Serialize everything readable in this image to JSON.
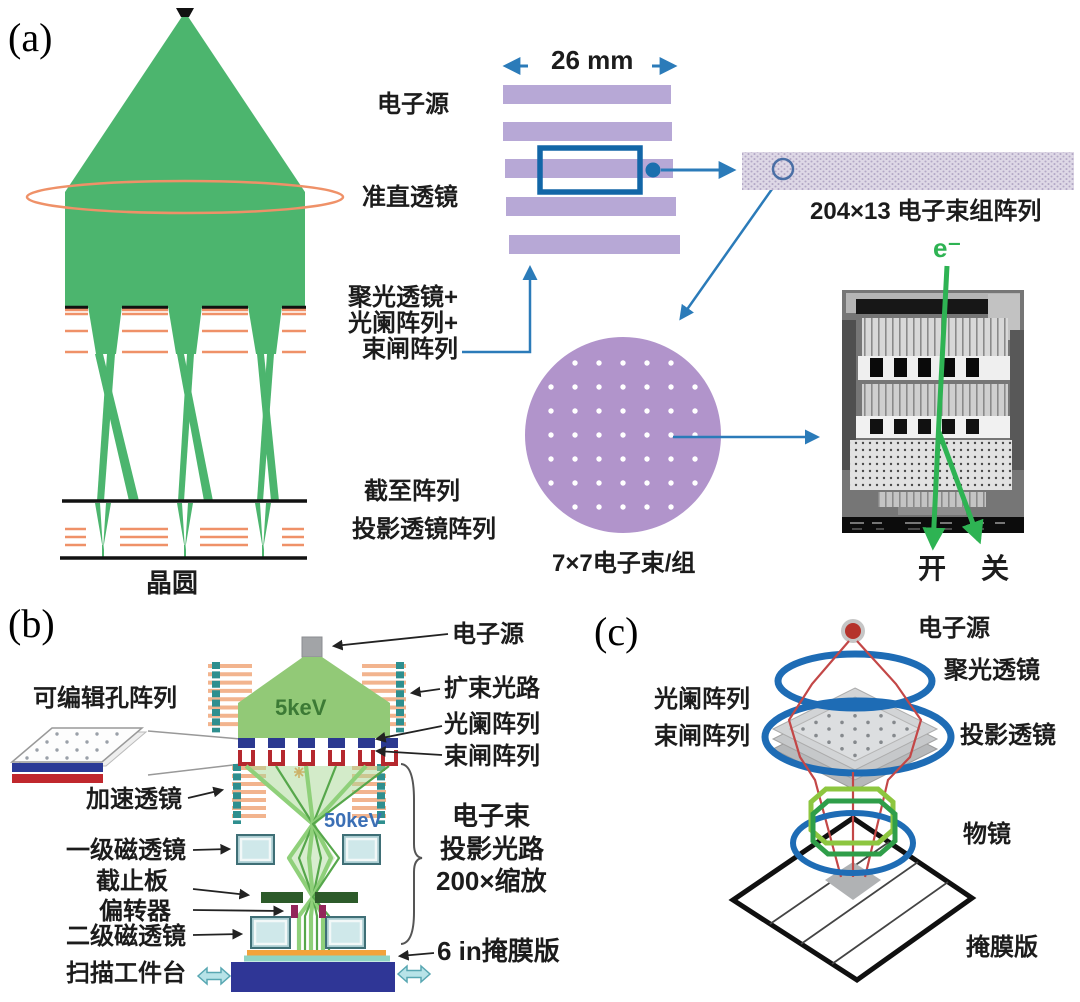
{
  "panel_a": {
    "tag": "(a)",
    "dimension_label": "26 mm",
    "source": "电子源",
    "collimator": "准直透镜",
    "condenser_plus": "聚光透镜+",
    "aperture_plus": "光阑阵列+",
    "blanker": "束闸阵列",
    "cutoff_array": "截至阵列",
    "projection_array": "投影透镜阵列",
    "wafer": "晶圆",
    "beams_per_group": "7×7电子束/组",
    "group_array": "204×13 电子束组阵列",
    "electron": "e⁻",
    "on": "开",
    "off": "关"
  },
  "panel_b": {
    "tag": "(b)",
    "programmable_aperture": "可编辑孔阵列",
    "accel_lens": "加速透镜",
    "lens1": "一级磁透镜",
    "stop_plate": "截止板",
    "deflector": "偏转器",
    "lens2": "二级磁透镜",
    "stage": "扫描工件台",
    "source": "电子源",
    "expander": "扩束光路",
    "aperture_array": "光阑阵列",
    "blanker_array": "束闸阵列",
    "energy_top": "5keV",
    "energy_mid": "50keV",
    "brace_line1": "电子束",
    "brace_line2": "投影光路",
    "brace_line3": "200×缩放",
    "mask": "6 in掩膜版"
  },
  "panel_c": {
    "tag": "(c)",
    "source": "电子源",
    "condenser": "聚光透镜",
    "aperture_array": "光阑阵列",
    "blanker_array": "束闸阵列",
    "projection": "投影透镜",
    "objective": "物镜",
    "mask": "掩膜版"
  },
  "colors": {
    "beam_green": "#4cb56e",
    "funnel_green": "#92c977",
    "lens_orange": "#ef9168",
    "bar_purple": "#b7a8d6",
    "circle_purple": "#b194cb",
    "arrow_blue": "#2b7bb9",
    "deep_blue": "#1e6cb5",
    "stage_blue": "#2f3696",
    "teal": "#2e8f8f",
    "blanker_red": "#b5282e",
    "aperture_navy": "#2b3990",
    "stop_green": "#2d5b2a",
    "deflector_maroon": "#93265a",
    "sem_arrow_green": "#2eb353"
  }
}
